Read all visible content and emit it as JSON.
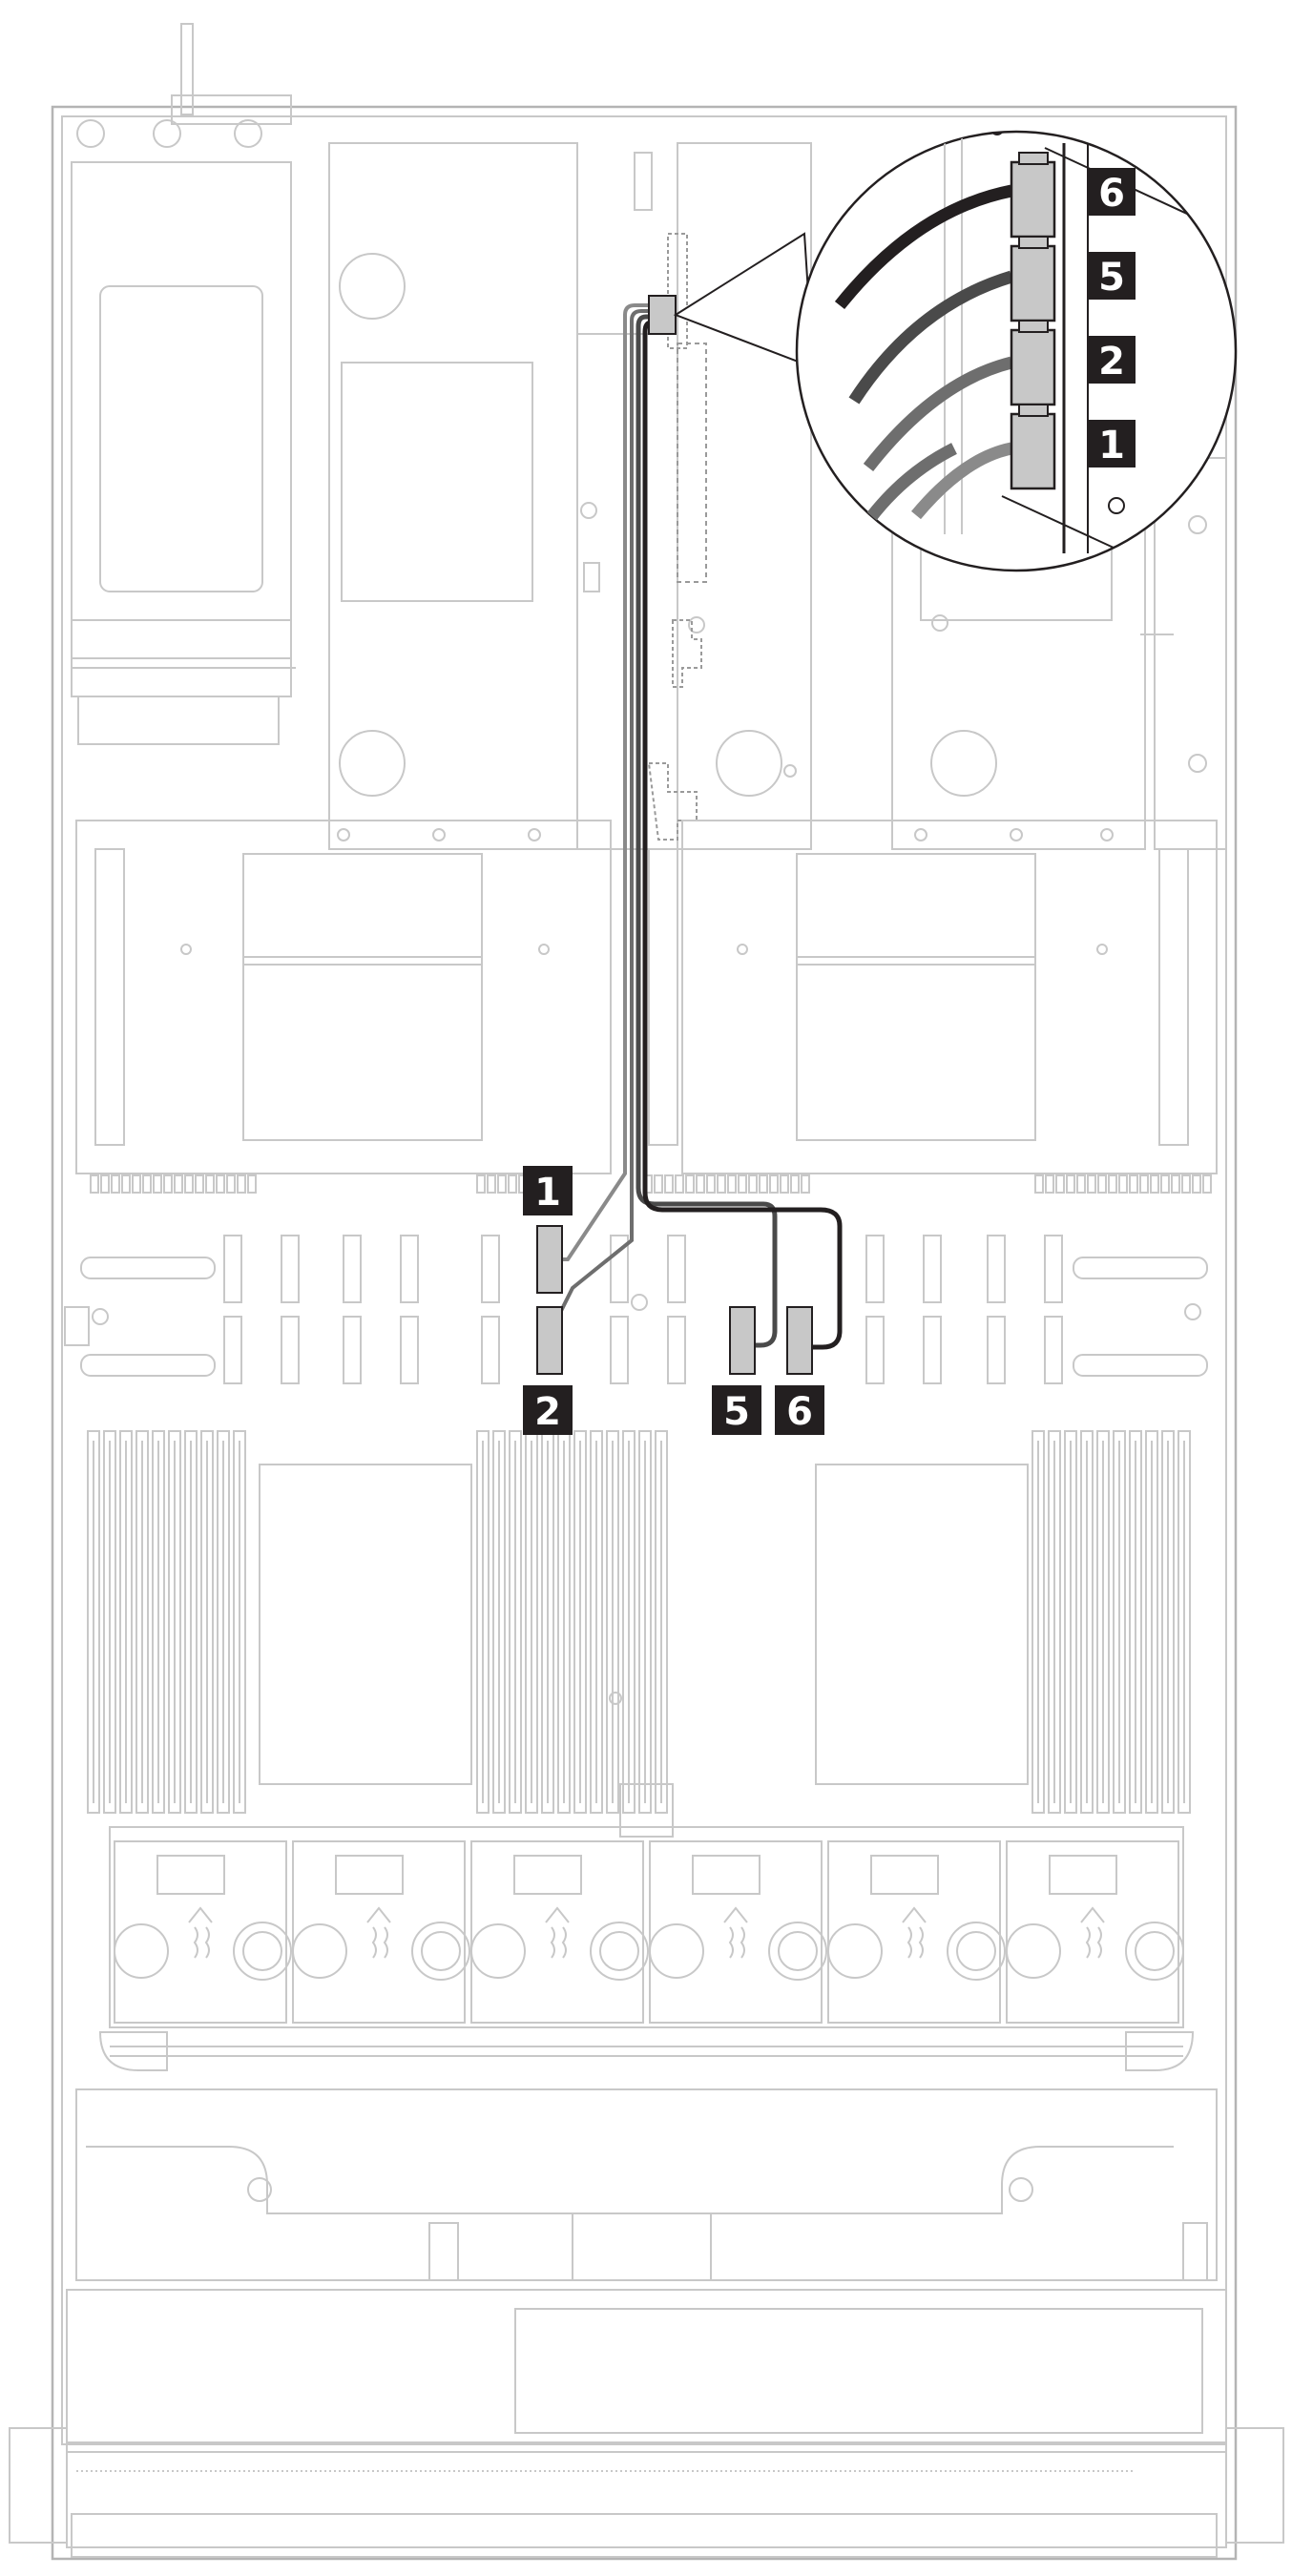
{
  "labels": {
    "main_1": "1",
    "main_2": "2",
    "main_5": "5",
    "main_6": "6",
    "callout_6": "6",
    "callout_5": "5",
    "callout_2": "2",
    "callout_1": "1"
  },
  "colors": {
    "line": "#c8c8c8",
    "label_bg": "#231f20",
    "label_text": "#ffffff",
    "cable_black": "#231f20",
    "cable_dark": "#4a4a4a",
    "cable_mid": "#6e6e6e",
    "cable_light": "#8a8a8a",
    "connector": "#c8c8c8"
  }
}
